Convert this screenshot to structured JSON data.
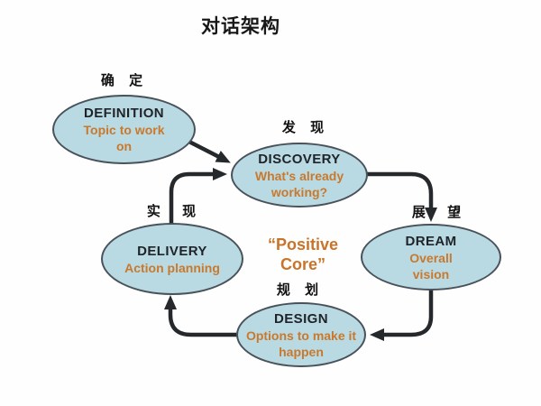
{
  "title": "对话架构",
  "center_label": "“Positive\nCore”",
  "colors": {
    "background": "#fefefe",
    "ellipse_fill": "#b9dae2",
    "ellipse_border": "#49525a",
    "node_title_text": "#20242a",
    "accent_orange": "#c8792d",
    "arrow": "#26292c",
    "title_text": "#171717"
  },
  "nodes": [
    {
      "id": "definition",
      "zh": "确 定",
      "en": "DEFINITION",
      "desc": "Topic to work on"
    },
    {
      "id": "discovery",
      "zh": "发 现",
      "en": "DISCOVERY",
      "desc": "What's already working?"
    },
    {
      "id": "dream",
      "zh": "展 望",
      "en": "DREAM",
      "desc": "Overall vision"
    },
    {
      "id": "design",
      "zh": "规 划",
      "en": "DESIGN",
      "desc": "Options to make it happen"
    },
    {
      "id": "delivery",
      "zh": "实 现",
      "en": "DELIVERY",
      "desc": "Action planning"
    }
  ],
  "arrows": [
    {
      "from": "definition",
      "to": "discovery"
    },
    {
      "from": "discovery",
      "to": "dream"
    },
    {
      "from": "dream",
      "to": "design"
    },
    {
      "from": "design",
      "to": "delivery"
    },
    {
      "from": "delivery",
      "to": "discovery"
    }
  ]
}
